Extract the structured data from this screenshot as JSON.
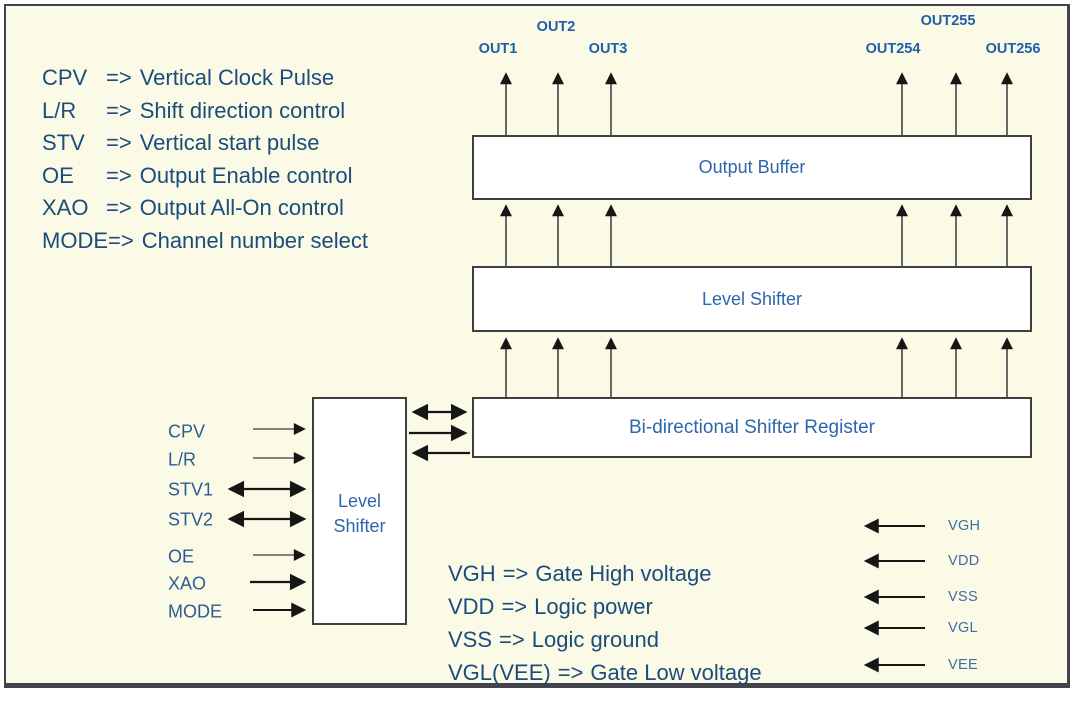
{
  "colors": {
    "diagram_bg": "#FBFAE6",
    "frame_border": "#42434d",
    "block_border": "#3f3f3f",
    "block_bg": "#ffffff",
    "legend_text": "#1C4C7C",
    "block_label": "#2E66AC",
    "out_label": "#1F5EA8",
    "signal_label": "#2C5C92",
    "power_label": "#3E6FA0",
    "arrow_black": "#161616",
    "arrow_gray": "#5a5a5a"
  },
  "legend_top": {
    "separator": "=>",
    "items": [
      {
        "key": "CPV",
        "desc": "Vertical Clock Pulse"
      },
      {
        "key": "L/R",
        "desc": "Shift direction control"
      },
      {
        "key": "STV",
        "desc": "Vertical start pulse"
      },
      {
        "key": "OE",
        "desc": "Output Enable control"
      },
      {
        "key": "XAO",
        "desc": "Output All-On control"
      },
      {
        "key": "MODE",
        "desc": "Channel number select"
      }
    ]
  },
  "outputs": {
    "left": [
      "OUT1",
      "OUT2",
      "OUT3"
    ],
    "right": [
      "OUT254",
      "OUT255",
      "OUT256"
    ]
  },
  "blocks": {
    "output_buffer": "Output Buffer",
    "level_shifter_wide": "Level Shifter",
    "shift_register": "Bi-directional Shifter Register",
    "level_shifter_small": {
      "line1": "Level",
      "line2": "Shifter"
    }
  },
  "input_signals": [
    "CPV",
    "L/R",
    "STV1",
    "STV2",
    "OE",
    "XAO",
    "MODE"
  ],
  "power_pins": [
    "VGH",
    "VDD",
    "VSS",
    "VGL",
    "VEE"
  ],
  "legend_bottom": {
    "separator": "=>",
    "items": [
      {
        "key": "VGH",
        "desc": "Gate High voltage"
      },
      {
        "key": "VDD",
        "desc": "Logic power"
      },
      {
        "key": "VSS",
        "desc": "Logic ground"
      },
      {
        "key": "VGL(VEE)",
        "desc": "Gate Low voltage"
      }
    ]
  }
}
